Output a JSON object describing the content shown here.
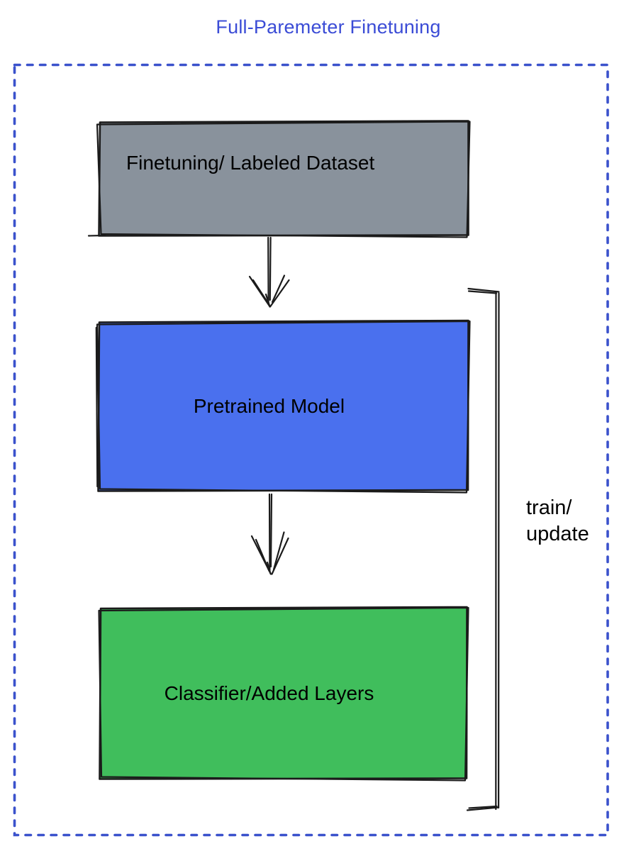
{
  "title": {
    "text": "Full-Paremeter Finetuning",
    "color": "#3B4CD6"
  },
  "frame": {
    "style": "dotted",
    "border_color": "#3B52CC"
  },
  "boxes": [
    {
      "name": "finetuning-dataset",
      "label": "Finetuning/ Labeled Dataset",
      "fill": "#89929C",
      "text_color": "#000000"
    },
    {
      "name": "pretrained-model",
      "label": "Pretrained Model",
      "fill": "#4A70EE",
      "text_color": "#000000"
    },
    {
      "name": "classifier-added-layers",
      "label": "Classifier/Added Layers",
      "fill": "#40BE5C",
      "text_color": "#000000"
    }
  ],
  "connectors": [
    {
      "name": "dataset-to-pretrained-arrow",
      "type": "down-arrow"
    },
    {
      "name": "pretrained-to-classifier-arrow",
      "type": "down-arrow"
    },
    {
      "name": "train-update-bracket",
      "type": "right-side-bracket"
    }
  ],
  "bracket": {
    "label": "train/\nupdate",
    "color": "#000000"
  }
}
